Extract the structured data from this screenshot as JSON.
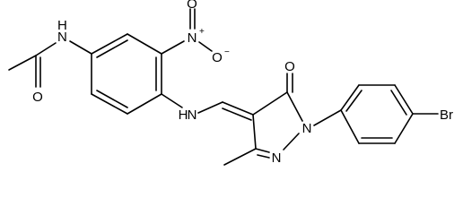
{
  "structure": {
    "atom_labels": {
      "amide_nh": "N",
      "amide_nh_h": "H",
      "acetyl_o": "O",
      "nitro_n": "N",
      "nitro_plus": "+",
      "nitro_o": "O",
      "nitro_o_minus": "O",
      "minus": "−",
      "amine_nh": "N",
      "amine_nh_h": "H",
      "ketone_o": "O",
      "ring_n1": "N",
      "ring_n2": "N",
      "bromine": "Br"
    },
    "colors": {
      "bond": "#000000",
      "text": "#000000",
      "background": "#ffffff"
    }
  }
}
